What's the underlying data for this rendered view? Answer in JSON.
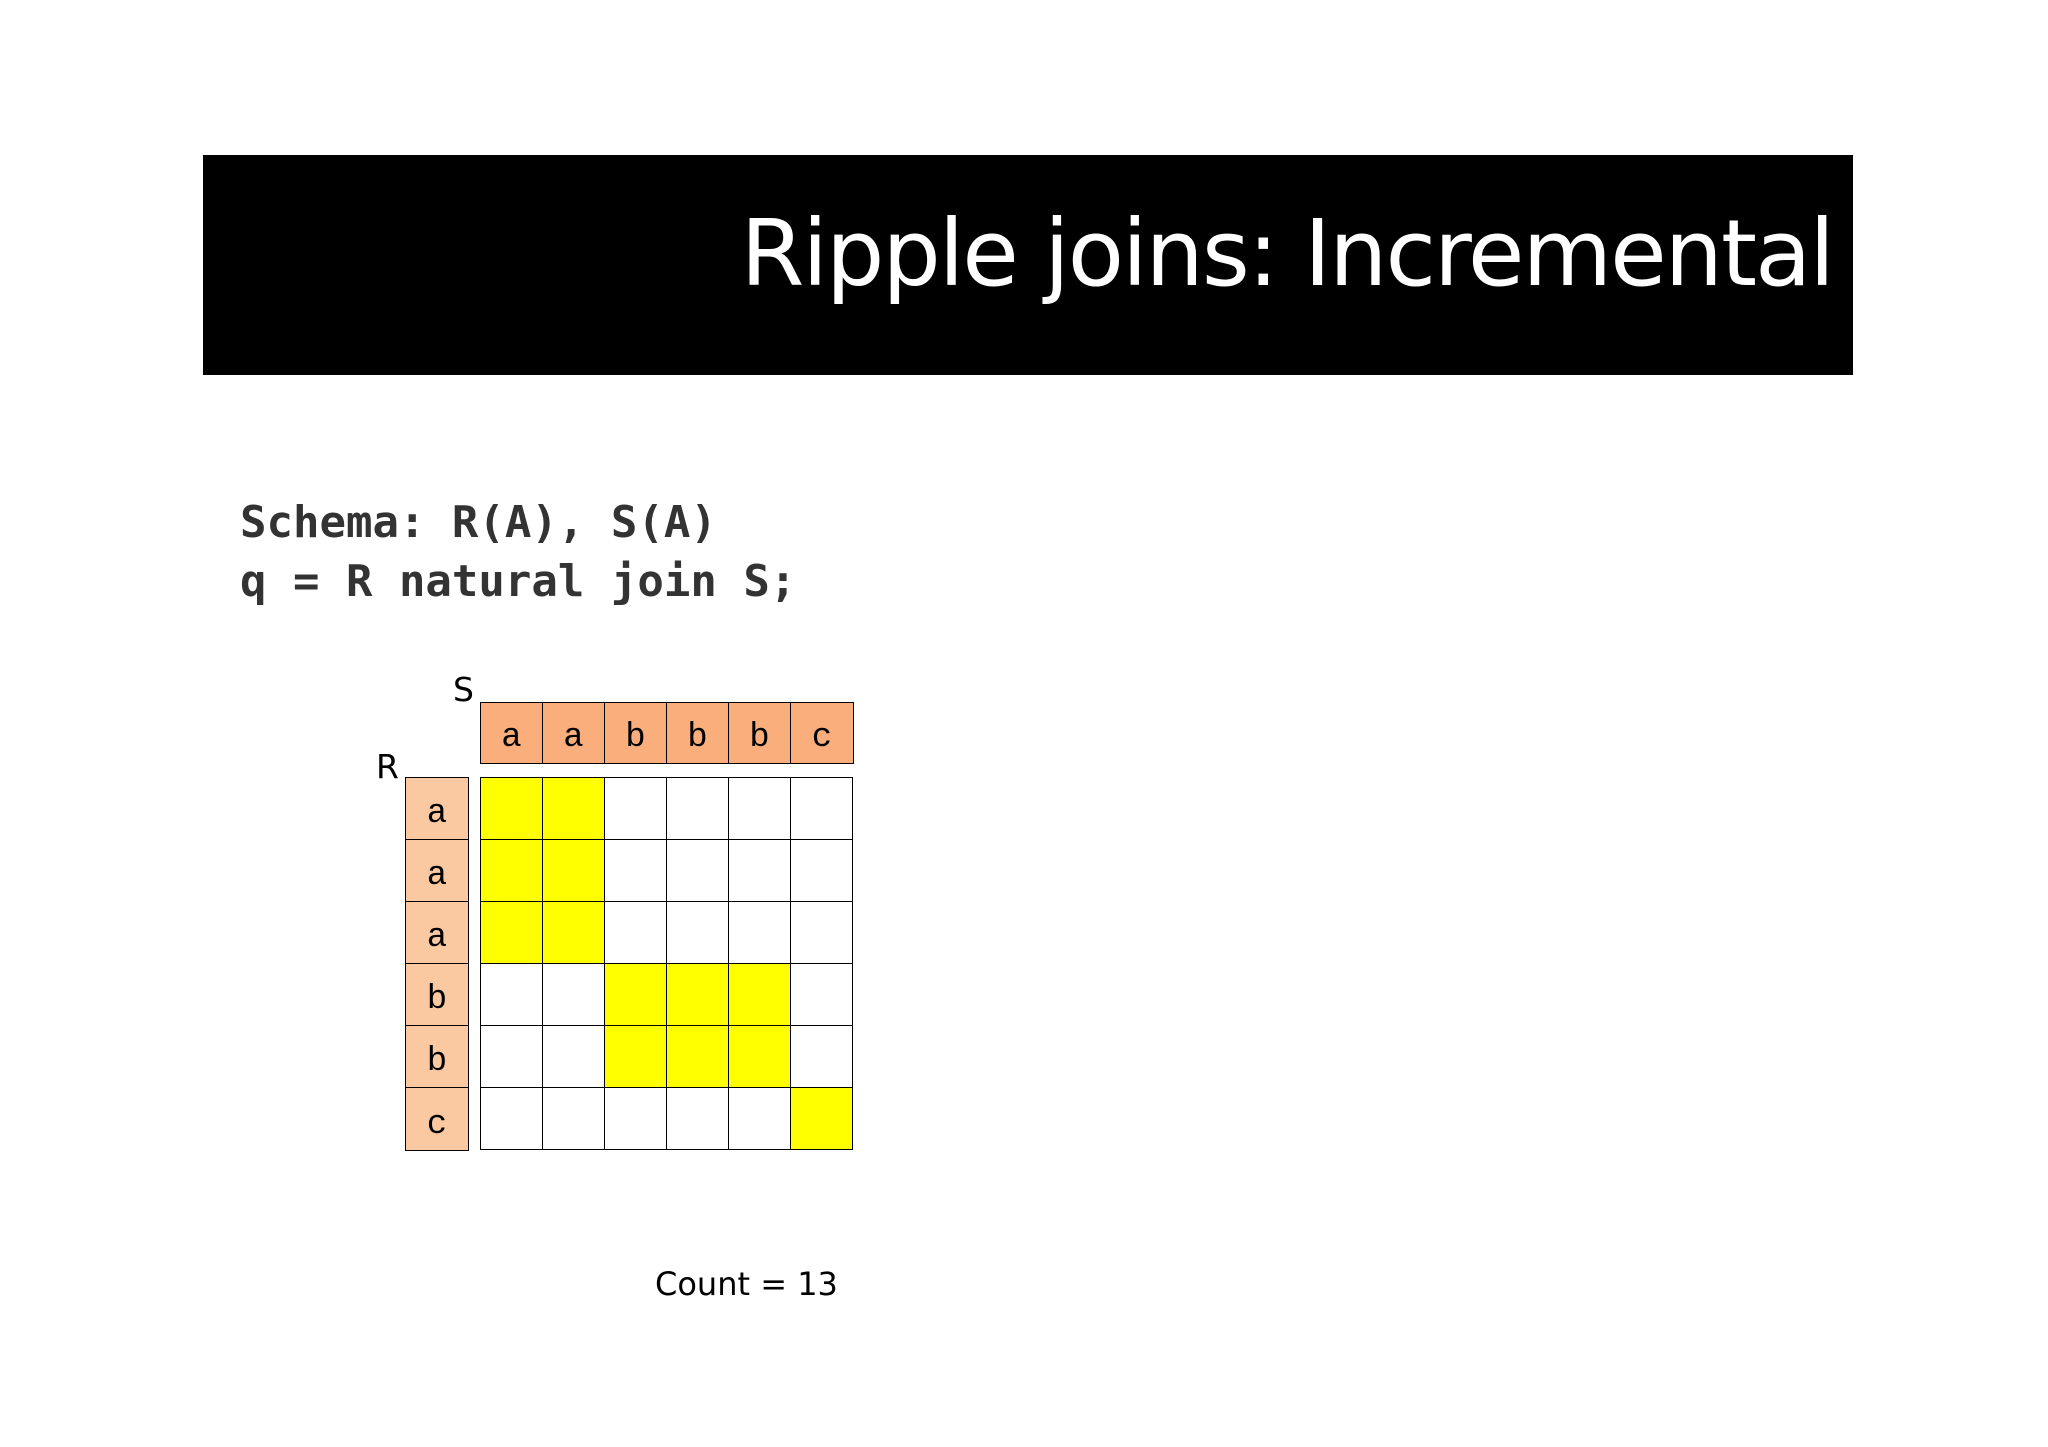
{
  "slide": {
    "title": "Ripple joins: Incremental"
  },
  "code": {
    "line1": "Schema: R(A), S(A)",
    "line2": "q = R natural join S;"
  },
  "diagram": {
    "s_label": "S",
    "r_label": "R",
    "s_values": [
      "a",
      "a",
      "b",
      "b",
      "b",
      "c"
    ],
    "r_values": [
      "a",
      "a",
      "a",
      "b",
      "b",
      "c"
    ],
    "header_color_s": "#F9AE7C",
    "header_color_r": "#FBC9A1",
    "match_color": "#FFFF00",
    "empty_color": "#FFFFFF",
    "count_text": "Count = 13"
  }
}
